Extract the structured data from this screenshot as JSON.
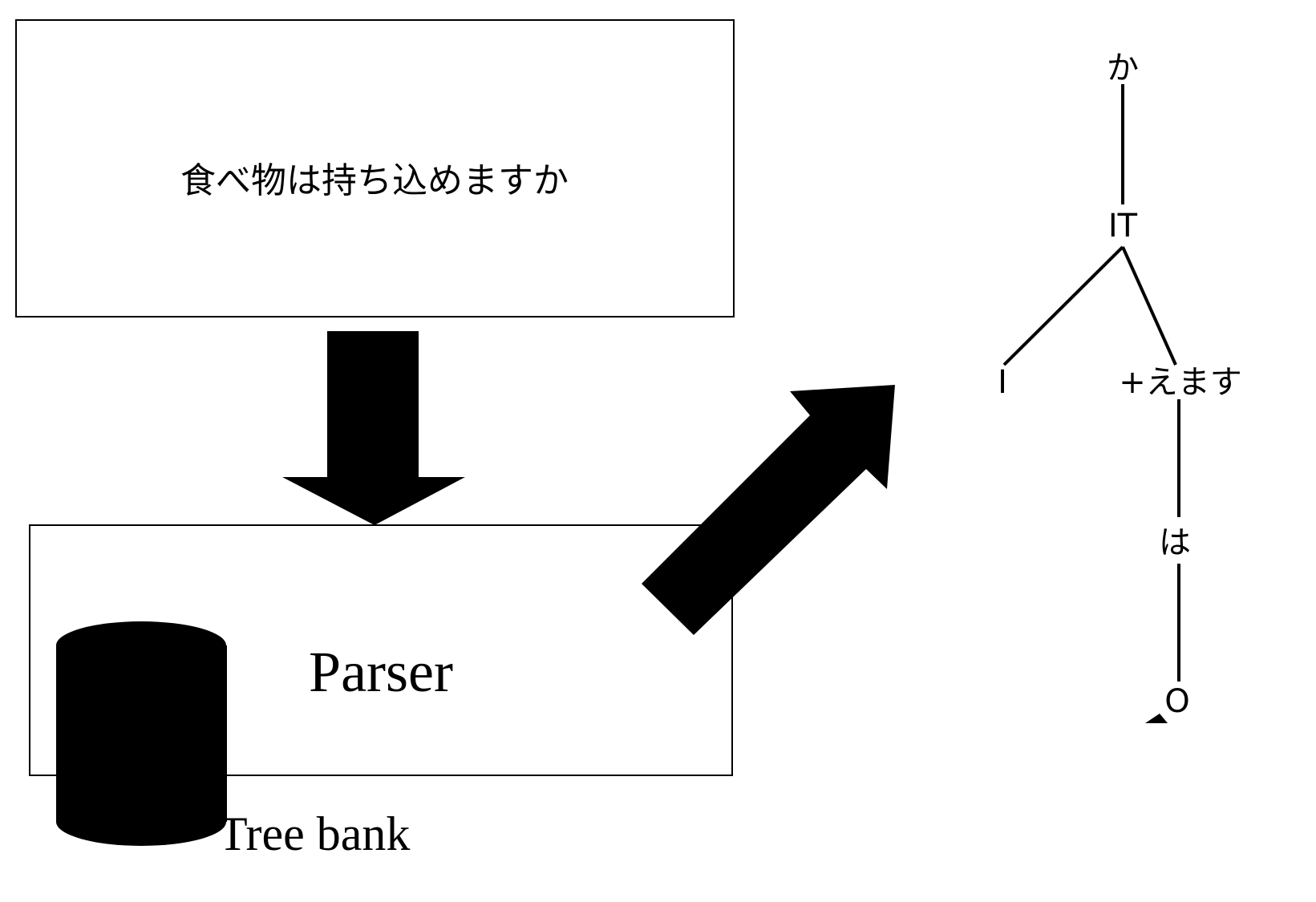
{
  "input_box": {
    "text": "食べ物は持ち込めますか"
  },
  "parser_box": {
    "label": "Parser"
  },
  "database": {
    "label": "Tree bank"
  },
  "tree": {
    "root": "か",
    "node2": "IT",
    "left_leaf": "I",
    "right_node": "+えます",
    "node4": "は",
    "leaf": "O"
  },
  "colors": {
    "ink": "#000000",
    "background": "#ffffff"
  }
}
